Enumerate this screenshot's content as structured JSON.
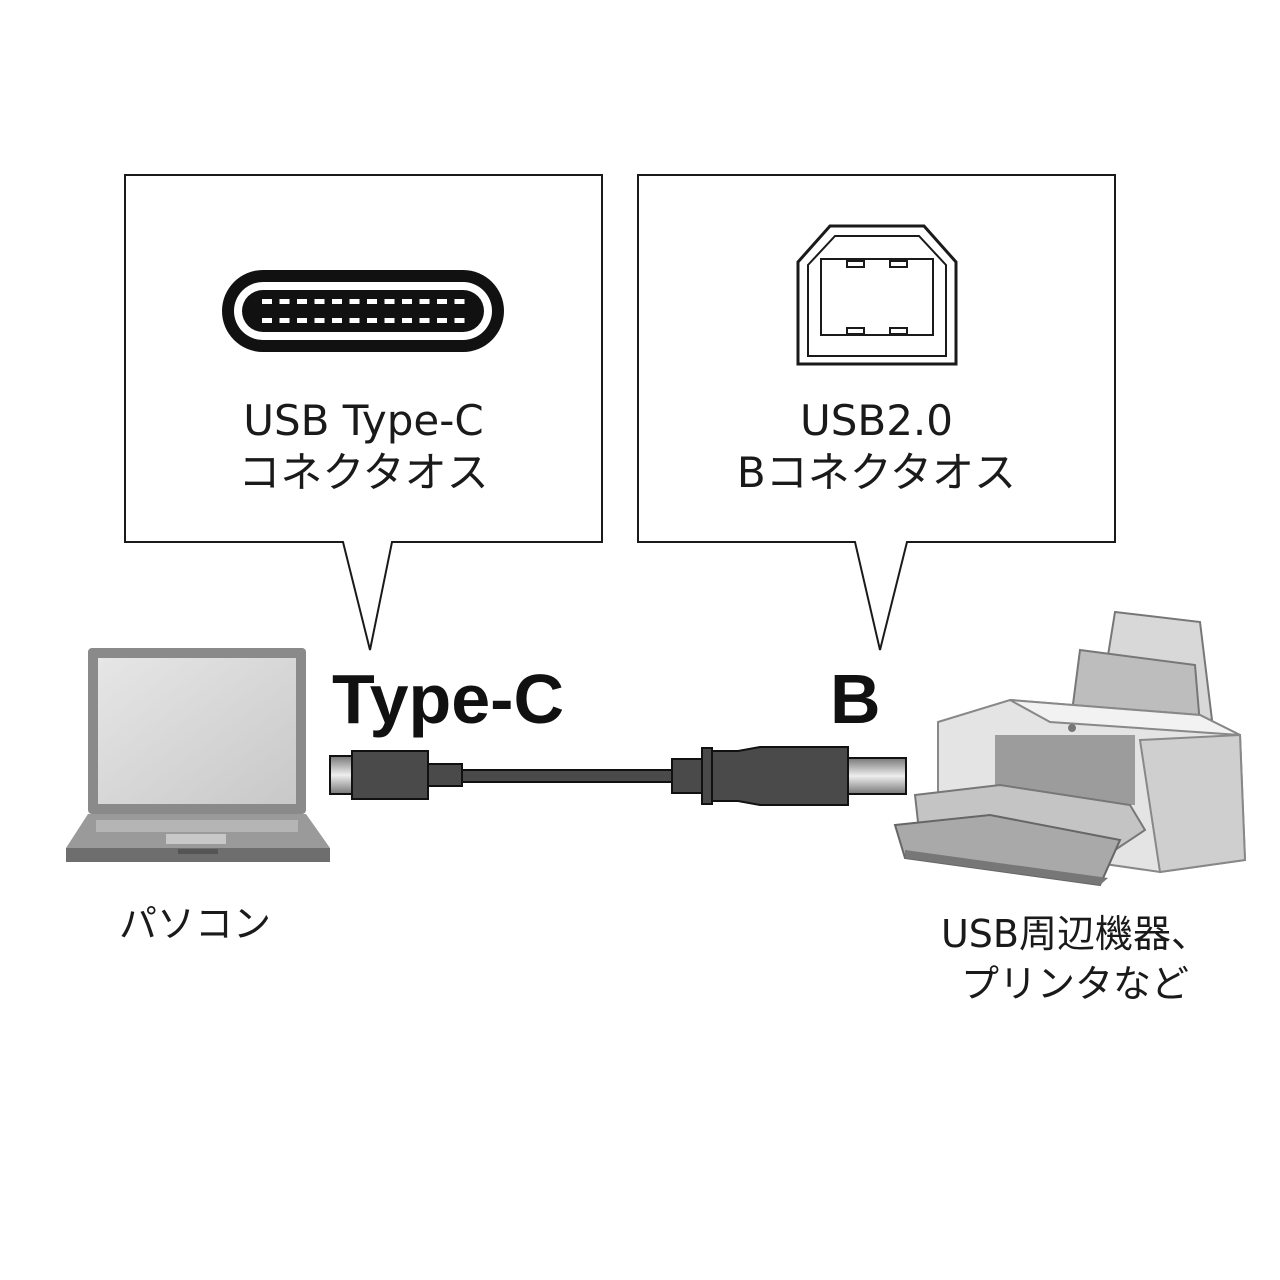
{
  "left_callout": {
    "line1": "USB Type-C",
    "line2": "コネクタオス"
  },
  "right_callout": {
    "line1": "USB2.0",
    "line2": "Bコネクタオス"
  },
  "connector_labels": {
    "left": "Type-C",
    "right": "B"
  },
  "device_labels": {
    "pc": "パソコン",
    "peripheral_line1": "USB周辺機器、",
    "peripheral_line2": "プリンタなど"
  },
  "colors": {
    "outline": "#1a1a1a",
    "cable": "#4a4a4a",
    "device_gray": "#8a8a8a"
  }
}
